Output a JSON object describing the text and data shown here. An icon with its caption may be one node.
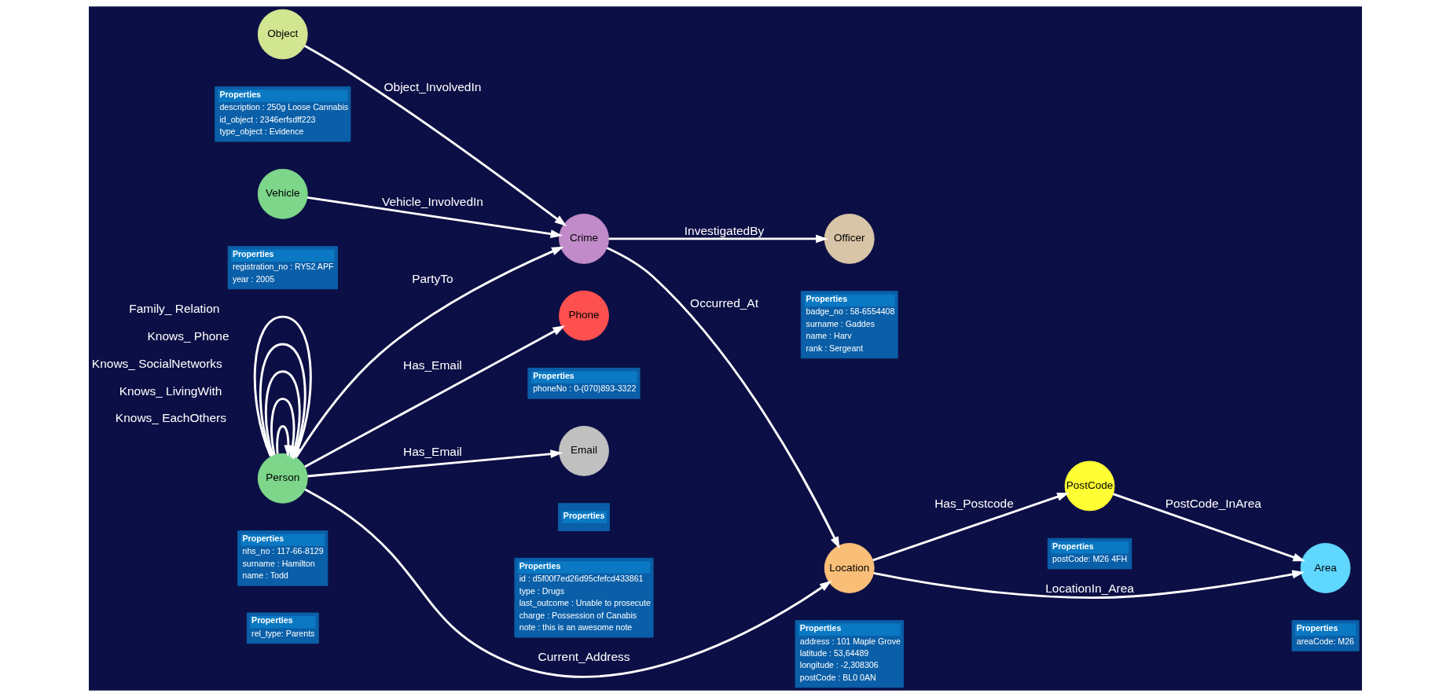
{
  "diagram": {
    "nodes": [
      {
        "text": [
          "Person"
        ]
      },
      {
        "text": [
          "Object"
        ]
      },
      {
        "text": [
          "Crime"
        ]
      },
      {
        "text": [
          "Vehicle"
        ]
      },
      {
        "text": [
          "Officer"
        ]
      },
      {
        "text": [
          "Phone"
        ]
      },
      {
        "text": [
          "Email"
        ]
      },
      {
        "text": [
          "Location"
        ]
      },
      {
        "text": [
          "PostCode"
        ]
      },
      {
        "text": [
          "Area"
        ]
      },
      {
        "text": [
          "Properties",
          "description : 250g Loose Cannabis",
          "id_object : 2346erfsdff223",
          "type_object : Evidence"
        ]
      },
      {
        "text": [
          "Properties",
          "id : d5f00f7ed26d95cfefcd433861",
          "type : Drugs",
          "last_outcome : Unable to prosecute",
          "charge : Possession of Canabis",
          "note : this is an awesome note"
        ]
      },
      {
        "text": [
          "Properties",
          "registration_no : RY52 APF",
          "year : 2005"
        ]
      },
      {
        "text": [
          "Properties",
          "nhs_no : 117-66-8129",
          "surname : Hamilton",
          "name : Todd"
        ]
      },
      {
        "text": [
          "Properties",
          "rel_type: Parents"
        ]
      },
      {
        "text": [
          "Properties",
          "badge_no : 58-6554408",
          "surname : Gaddes",
          "name : Harv",
          "rank : Sergeant"
        ]
      },
      {
        "text": [
          "Properties",
          "postCode: M26 4FH"
        ]
      },
      {
        "text": [
          "Properties",
          "phoneNo : 0-(070)893-3322"
        ]
      },
      {
        "text": [
          "Properties",
          "address : 101 Maple Grove",
          "latitude : 53,64489",
          "longitude : -2,308306",
          "postCode : BL0 0AN"
        ]
      },
      {
        "text": [
          "Properties"
        ]
      },
      {
        "text": [
          "Properties",
          "areaCode: M26"
        ]
      }
    ],
    "edges": [
      {
        "from": 0,
        "to": 0,
        "arrow": "to",
        "label": "Knows_ EachOthers"
      },
      {
        "from": 0,
        "to": 0,
        "arrow": "to",
        "label": "Knows_ LivingWith"
      },
      {
        "from": 0,
        "to": 0,
        "arrow": "to",
        "label": "Knows_ SocialNetworks"
      },
      {
        "from": 0,
        "to": 0,
        "arrow": "to",
        "label": "Knows_ Phone"
      },
      {
        "from": 0,
        "to": 0,
        "arrow": "to",
        "label": "Family_ Relation"
      },
      {
        "from": 1,
        "to": 2,
        "arrow": "to",
        "label": "Object_InvolvedIn"
      },
      {
        "from": 3,
        "to": 2,
        "arrow": "to",
        "label": "Vehicle_InvolvedIn"
      },
      {
        "from": 0,
        "to": 2,
        "arrow": "to",
        "label": "PartyTo"
      },
      {
        "from": 2,
        "to": 4,
        "arrow": "to",
        "label": "InvestigatedBy"
      },
      {
        "from": 2,
        "to": 7,
        "arrow": "to",
        "label": "Occurred_At"
      },
      {
        "from": 0,
        "to": 7,
        "arrow": "to",
        "label": "Current_Address"
      },
      {
        "from": 0,
        "to": 5,
        "arrow": "to",
        "label": "Has_Email"
      },
      {
        "from": 0,
        "to": 6,
        "arrow": "to",
        "label": "Has_Email"
      },
      {
        "from": 7,
        "to": 8,
        "arrow": "to",
        "label": "Has_Postcode"
      },
      {
        "from": 7,
        "to": 9,
        "arrow": "to",
        "label": "LocationIn_Area"
      },
      {
        "from": 8,
        "to": 9,
        "arrow": "to",
        "label": "PostCode_InArea"
      }
    ]
  }
}
